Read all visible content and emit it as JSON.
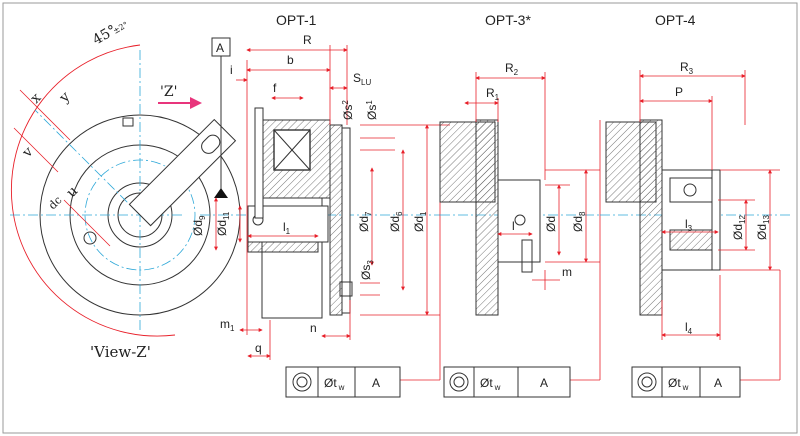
{
  "headers": {
    "opt1": "OPT-1",
    "opt3": "OPT-3*",
    "opt4": "OPT-4"
  },
  "view": {
    "arrow_label": "'Z'",
    "view_label": "'View-Z'",
    "angle": "45°",
    "angle_tol": "±2°"
  },
  "view_labels": {
    "x": "x",
    "y": "y",
    "v": "v",
    "u": "u",
    "dc": "dc"
  },
  "datum": "A",
  "opt1_dims": {
    "R": "R",
    "b": "b",
    "i": "i",
    "f": "f",
    "S": "S",
    "S_sub": "LU",
    "ds2": "Øs",
    "ds2_sub": "2",
    "ds1": "Øs",
    "ds1_sub": "1",
    "d9": "Ød",
    "d9_sub": "9",
    "d11": "Ød",
    "d11_sub": "11",
    "l1": "l",
    "l1_sub": "1",
    "d7": "Ød",
    "d7_sub": "7",
    "d6": "Ød",
    "d6_sub": "6",
    "d1": "Ød",
    "d1_sub": "1",
    "s3": "Øs",
    "s3_sub": "3",
    "m1": "m",
    "m1_sub": "1",
    "q": "q",
    "n": "n"
  },
  "opt3_dims": {
    "R2": "R",
    "R2_sub": "2",
    "R1": "R",
    "R1_sub": "1",
    "d": "Ød",
    "d8": "Ød",
    "d8_sub": "8",
    "l": "l",
    "m": "m"
  },
  "opt4_dims": {
    "R3": "R",
    "R3_sub": "3",
    "P": "P",
    "l3": "l",
    "l3_sub": "3",
    "d12": "Ød",
    "d12_sub": "12",
    "d13": "Ød",
    "d13_sub": "13",
    "l4": "l",
    "l4_sub": "4"
  },
  "tolerance_frames": [
    {
      "tol": "Øt",
      "tol_sub": "w",
      "datum": "A"
    },
    {
      "tol": "Øt",
      "tol_sub": "w",
      "datum": "A"
    },
    {
      "tol": "Øt",
      "tol_sub": "w",
      "datum": "A"
    }
  ],
  "colors": {
    "dimension": "#e8202a",
    "centerline": "#2ea8d8",
    "arrow": "#e8357c",
    "line": "#222222"
  }
}
